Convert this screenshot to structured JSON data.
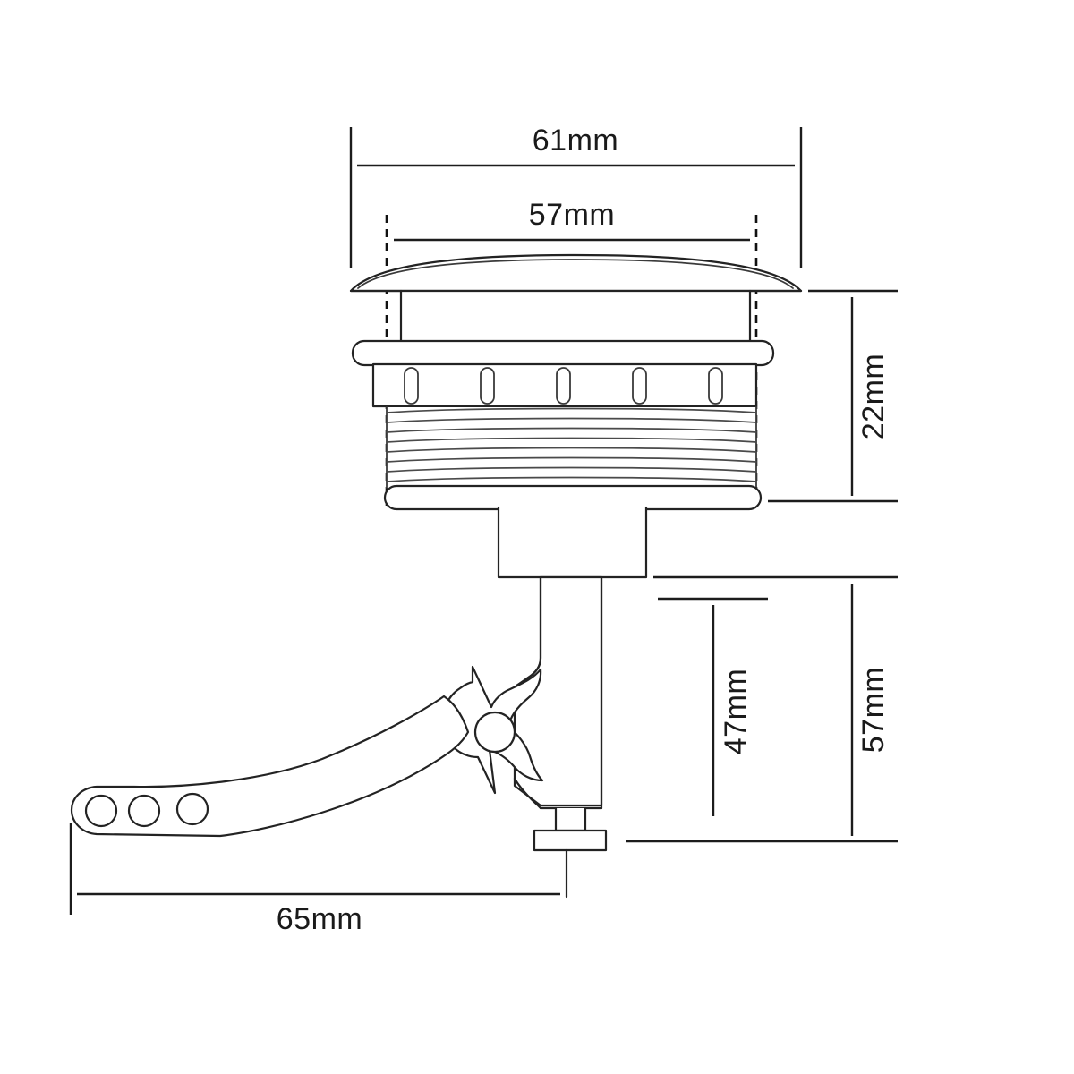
{
  "drawing": {
    "title": "Push Button Dimensional Drawing",
    "subject": "push-button-with-lever-arm",
    "background_color": "#ffffff",
    "line_color": "#232323",
    "text_color": "#1a1a1a",
    "units": "mm"
  },
  "dimensions": {
    "overall_width": {
      "id": "dim-61mm",
      "label": "61mm",
      "value": 61,
      "unit": "mm",
      "orientation": "horizontal",
      "position": "top",
      "measures": "outer cap diameter"
    },
    "cap_width": {
      "id": "dim-57mm",
      "label": "57mm",
      "value": 57,
      "unit": "mm",
      "orientation": "horizontal",
      "position": "top-inner",
      "measures": "button body diameter"
    },
    "head_height": {
      "id": "dim-22mm",
      "label": "22mm",
      "value": 22,
      "unit": "mm",
      "orientation": "vertical",
      "position": "right-upper",
      "measures": "head and thread height"
    },
    "total_height": {
      "id": "dim-57mm-vertical",
      "label": "57mm",
      "value": 57,
      "unit": "mm",
      "orientation": "vertical",
      "position": "right-lower",
      "measures": "lower assembly height"
    },
    "shaft_height": {
      "id": "dim-47mm",
      "label": "47mm",
      "value": 47,
      "unit": "mm",
      "orientation": "vertical",
      "position": "inner-right",
      "measures": "shaft to plunger height"
    },
    "lever_length": {
      "id": "dim-65mm",
      "label": "65mm",
      "value": 65,
      "unit": "mm",
      "orientation": "horizontal",
      "position": "bottom",
      "measures": "lever arm reach"
    }
  },
  "parts": {
    "dome_cap": {
      "name": "domed-button-cap",
      "description": "shallow lens shaped top cap"
    },
    "cap_body": {
      "name": "cap-body-block",
      "description": "cylindrical body under cap"
    },
    "flange_ring": {
      "name": "flange-ring",
      "description": "rounded collar ring"
    },
    "vent_collar": {
      "name": "vent-collar",
      "description": "collar with five vertical slots",
      "slot_count": 5
    },
    "threaded_barrel": {
      "name": "threaded-barrel",
      "description": "external thread section",
      "thread_turns": 8
    },
    "lock_nut": {
      "name": "lock-nut-ring",
      "description": "rounded locking nut ring"
    },
    "connector_block": {
      "name": "connector-block",
      "description": "rectangular connector housing"
    },
    "shaft": {
      "name": "actuator-shaft",
      "description": "vertical actuator shaft"
    },
    "pivot_hub": {
      "name": "pivot-hub",
      "description": "circular pivot hub with spurs"
    },
    "lever_arm": {
      "name": "lever-arm",
      "description": "tapered lever arm",
      "hole_count": 3
    },
    "plunger_foot": {
      "name": "plunger-foot",
      "description": "small neck with rectangular foot"
    }
  }
}
